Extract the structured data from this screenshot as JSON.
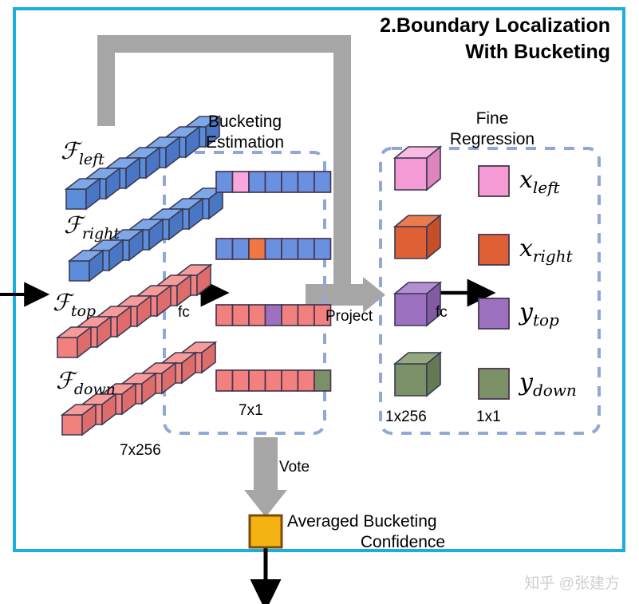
{
  "figure": {
    "title_line1": "2.Boundary Localization",
    "title_line2": "With Bucketing",
    "border_color": "#1badde",
    "watermark": "知乎 @张建方"
  },
  "sections": {
    "bucketing": {
      "line1": "Bucketing",
      "line2": "Estimation",
      "shape_label": "7x1"
    },
    "fine": {
      "line1": "Fine",
      "line2": "Regression",
      "cube_shape_label": "1x256",
      "square_shape_label": "1x1"
    }
  },
  "input_features": {
    "shape_label": "7x256",
    "items": [
      {
        "name": "F_left",
        "base": "ℱ",
        "sub": "left",
        "color": "#5b8ddb",
        "top": "#7ea7e8",
        "side": "#4a77c4"
      },
      {
        "name": "F_right",
        "base": "ℱ",
        "sub": "right",
        "color": "#5b8ddb",
        "top": "#7ea7e8",
        "side": "#4a77c4"
      },
      {
        "name": "F_top",
        "base": "ℱ",
        "sub": "top",
        "color": "#f2807f",
        "top": "#f79b99",
        "side": "#dd6c6b"
      },
      {
        "name": "F_down",
        "base": "ℱ",
        "sub": "down",
        "color": "#f2807f",
        "top": "#f79b99",
        "side": "#dd6c6b"
      }
    ]
  },
  "bucket_bars": [
    {
      "name": "bucket-bar-left",
      "cells": 7,
      "base_color": "#6a91e0",
      "highlight_index": 1,
      "highlight_color": "#f9a8de"
    },
    {
      "name": "bucket-bar-right",
      "cells": 7,
      "base_color": "#6a91e0",
      "highlight_index": 2,
      "highlight_color": "#f07840"
    },
    {
      "name": "bucket-bar-top",
      "cells": 7,
      "base_color": "#f2807f",
      "highlight_index": 3,
      "highlight_color": "#9c72c0"
    },
    {
      "name": "bucket-bar-down",
      "cells": 7,
      "base_color": "#f2807f",
      "highlight_index": 6,
      "highlight_color": "#7b9066"
    }
  ],
  "fine_outputs": [
    {
      "name": "x_left",
      "base": "x",
      "sub": "left",
      "color": "#f49ad4",
      "top": "#f9bbe2",
      "side": "#de85bd"
    },
    {
      "name": "x_right",
      "base": "x",
      "sub": "right",
      "color": "#df6034",
      "top": "#ea7c50",
      "side": "#c44f28"
    },
    {
      "name": "y_top",
      "base": "y",
      "sub": "top",
      "color": "#9c72c0",
      "top": "#b38fd2",
      "side": "#825ba3"
    },
    {
      "name": "y_down",
      "base": "y",
      "sub": "down",
      "color": "#7b9066",
      "top": "#93a87d",
      "side": "#657a53"
    }
  ],
  "arrows": {
    "fc_left": "fc",
    "fc_fine": "fc",
    "project": "Project",
    "vote": "Vote"
  },
  "confidence": {
    "line1": "Averaged Bucketing",
    "line2": "Confidence",
    "swatch_color": "#f5b313"
  }
}
